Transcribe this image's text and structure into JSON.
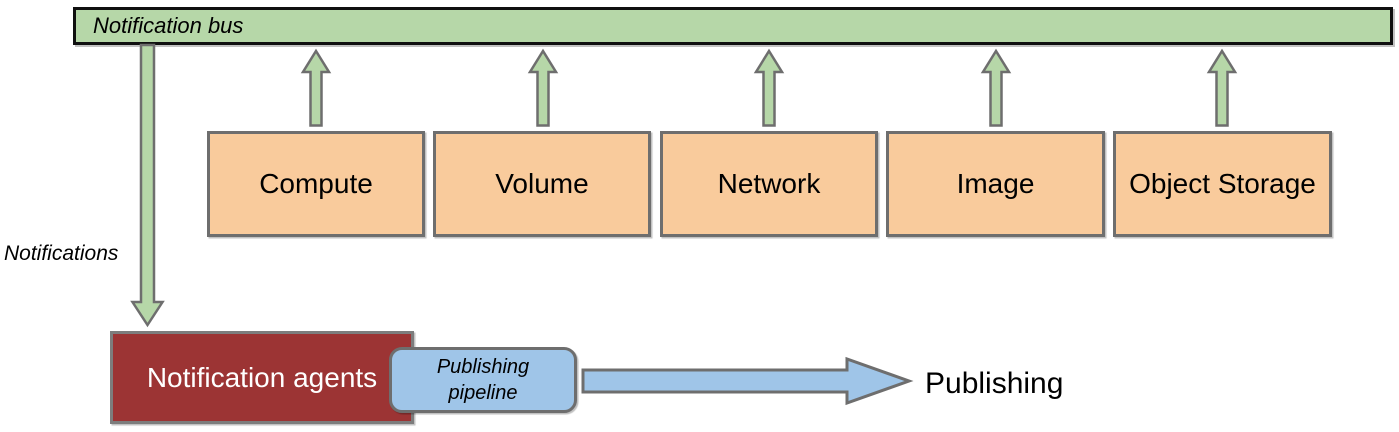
{
  "diagram": {
    "bus": {
      "label": "Notification bus"
    },
    "services": [
      {
        "label": "Compute"
      },
      {
        "label": "Volume"
      },
      {
        "label": "Network"
      },
      {
        "label": "Image"
      },
      {
        "label": "Object Storage"
      }
    ],
    "down_flow_label": "Notifications",
    "agents": {
      "label": "Notification agents"
    },
    "pipeline": {
      "line1": "Publishing",
      "line2": "pipeline"
    },
    "publishing_label": "Publishing",
    "colors": {
      "bus_fill": "#b6d7a8",
      "service_fill": "#f9cb9c",
      "agents_fill": "#9c3434",
      "pipeline_fill": "#9fc5e8",
      "arrow_green": "#b6d7a8",
      "arrow_blue": "#9fc5e8"
    }
  }
}
